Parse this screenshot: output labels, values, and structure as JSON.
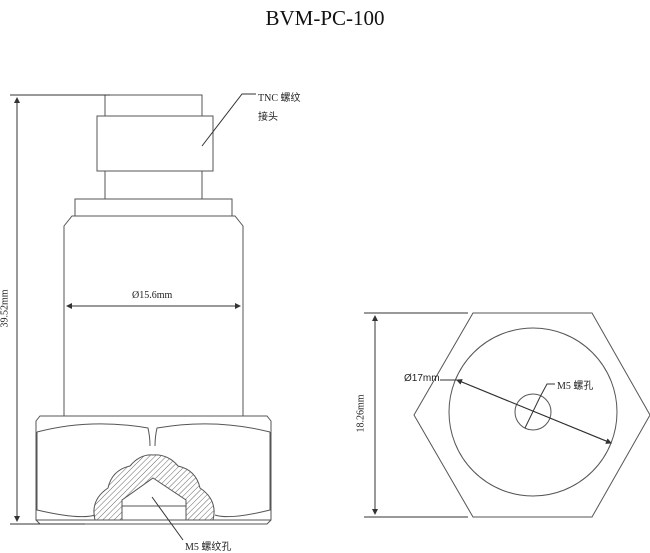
{
  "title": "BVM-PC-100",
  "side_view": {
    "height_dim": "39.52mm",
    "body_diameter": "Ø15.6mm",
    "connector_label_line1": "TNC 螺纹",
    "connector_label_line2": "接头",
    "base_hole_label": "M5 螺纹孔"
  },
  "bottom_view": {
    "hex_dim": "18.26mm",
    "circle_diameter": "Ø17mm",
    "hole_label": "M5 螺孔"
  },
  "colors": {
    "line": "#555555",
    "text": "#222222"
  }
}
